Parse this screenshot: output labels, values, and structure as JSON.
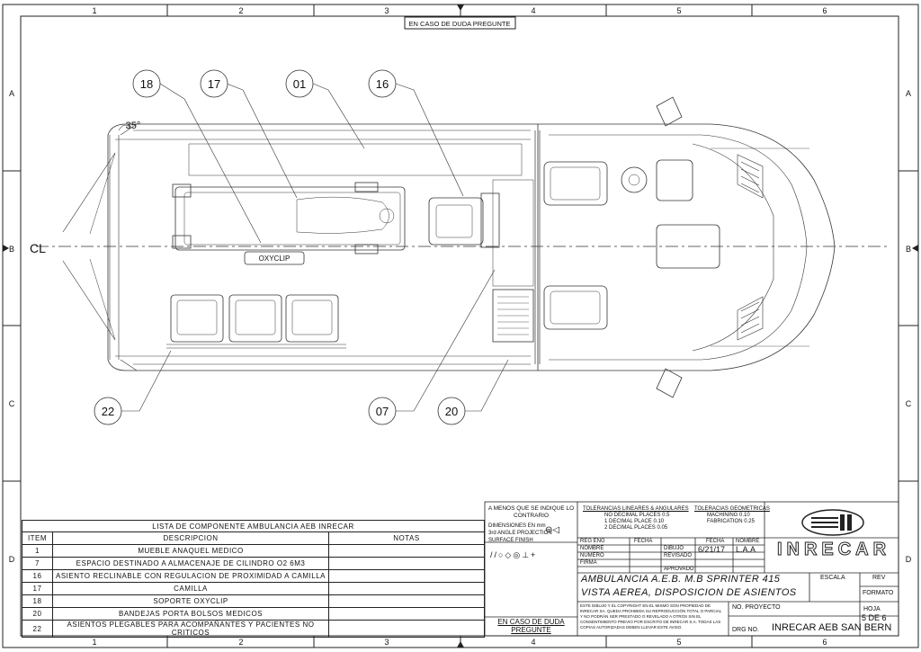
{
  "notice_top": "EN CASO DE DUDA PREGUNTE",
  "grid": {
    "cols": [
      "1",
      "2",
      "3",
      "4",
      "5",
      "6"
    ],
    "rows": [
      "A",
      "B",
      "C",
      "D"
    ]
  },
  "diagram": {
    "balloons": {
      "b18": "18",
      "b17": "17",
      "b01": "01",
      "b16": "16",
      "b22": "22",
      "b07": "07",
      "b20": "20"
    },
    "angle": "35°",
    "centerline": "CL",
    "oxyclip": "OXYCLIP"
  },
  "bom": {
    "title": "LISTA DE COMPONENTE AMBULANCIA AEB INRECAR",
    "headers": {
      "item": "ITEM",
      "descripcion": "DESCRIPCION",
      "notas": "NOTAS"
    },
    "rows": [
      {
        "item": "1",
        "desc": "MUEBLE ANAQUEL MEDICO"
      },
      {
        "item": "7",
        "desc": "ESPACIO DESTINADO A ALMACENAJE DE CILINDRO O2 6M3"
      },
      {
        "item": "16",
        "desc": "ASIENTO RECLINABLE CON REGULACION DE PROXIMIDAD A CAMILLA"
      },
      {
        "item": "17",
        "desc": "CAMILLA"
      },
      {
        "item": "18",
        "desc": "SOPORTE OXYCLIP"
      },
      {
        "item": "20",
        "desc": "BANDEJAS PORTA BOLSOS MEDICOS"
      },
      {
        "item": "22",
        "desc": "ASIENTOS PLEGABLES PARA ACOMPAÑANTES Y PACIENTES NO CRITICOS"
      }
    ]
  },
  "title_block": {
    "unless": "A MENOS QUE SE INDIQUE LO CONTRARIO",
    "dims": "DIMENSIONES EN mm",
    "projection": "3rd ANGLE PROJECTION",
    "surface": "SURFACE FINISH",
    "tol_lin_title": "TOLERANCIAS LINEARES & ANGULARES",
    "tol_lin": [
      "NO DECIMAL PLACES   0.5",
      "1 DECIMAL PLACE   0.10",
      "2 DECIMAL PLACES   0.05"
    ],
    "tol_geo_title": "TOLERACIAS GEOMETRICAS",
    "tol_geo": [
      "MACHINING   0.10",
      "FABRICATION   0.25"
    ],
    "reg_eng": "REG ENG",
    "nombre": "NOMBRE",
    "numero": "NUMERO",
    "firma": "FIRMA",
    "fecha": "FECHA",
    "dibujo": "DIBUJO",
    "revisado": "REVISADO",
    "aprovado": "APROVADO",
    "fecha_val": "6/21/17",
    "nombre_val": "L.A.A",
    "project_line1": "AMBULANCIA A.E.B. M.B SPRINTER 415",
    "project_line2": "VISTA AEREA, DISPOSICION DE ASIENTOS",
    "escala": "ESCALA",
    "rev": "REV",
    "formato": "FORMATO",
    "no_proyecto": "NO. PROYECTO",
    "hoja": "HOJA",
    "hoja_val": "5 DE 6",
    "drg_no": "DRG NO.",
    "drg_val": "INRECAR AEB SAN BERN",
    "copyright": "ESTE DIBUJO Y EL COPYRIGHT EN EL MISMO SON PROPIEDAD DE INRECAR SA. QUEDA PROHIBIDA SU REPRODUCCIÓN TOTAL O PARCIAL Y NO PODRÁN SER PRESTADO O REVELADO A OTROS SIN EL CONSENTIMIENTO PREVIO POR ESCRITO DE INRECAR S.A. TODAS LAS COPIAS AUTORIZADAS DEBEN LLEVAR ESTE AVISO.",
    "notice_bottom_1": "EN CASO DE DUDA",
    "notice_bottom_2": "PREGUNTE",
    "logo_text": "INRECAR"
  }
}
